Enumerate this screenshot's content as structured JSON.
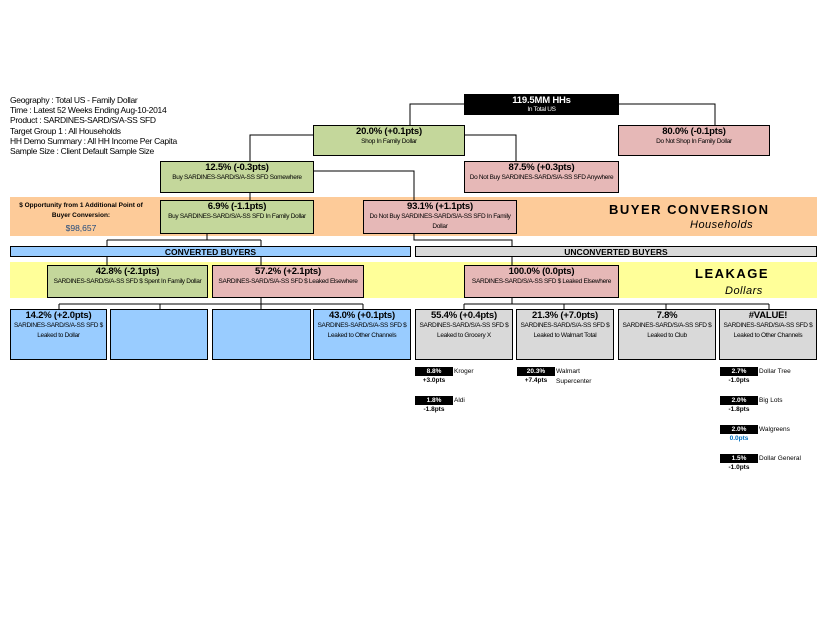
{
  "info": [
    "Geography : Total US - Family Dollar",
    "Time : Latest 52 Weeks Ending Aug-10-2014",
    "Product : SARDINES-SARD/S/A-SS SFD",
    "Target Group 1 : All Households",
    "HH Demo Summary : All HH Income Per Capita",
    "Sample Size : Client Default Sample Size"
  ],
  "root": {
    "value": "119.5MM HHs",
    "label": "In Total US"
  },
  "shop": {
    "value": "20.0% (+0.1pts)",
    "label": "Shop In Family Dollar"
  },
  "not_shop": {
    "value": "80.0% (-0.1pts)",
    "label": "Do Not Shop In Family Dollar"
  },
  "buy_somewhere": {
    "value": "12.5% (-0.3pts)",
    "label": "Buy SARDINES-SARD/S/A-SS SFD Somewhere"
  },
  "not_buy_anywhere": {
    "value": "87.5% (+0.3pts)",
    "label": "Do Not Buy SARDINES-SARD/S/A-SS SFD Anywhere"
  },
  "buy_in_fd": {
    "value": "6.9% (-1.1pts)",
    "label": "Buy SARDINES-SARD/S/A-SS SFD In Family Dollar"
  },
  "not_buy_in_fd": {
    "value": "93.1% (+1.1pts)",
    "label": "Do Not Buy SARDINES-SARD/S/A-SS SFD In Family Dollar"
  },
  "opportunity": {
    "label": "$ Opportunity from 1 Additional Point of Buyer Conversion:",
    "value": "$98,657"
  },
  "buyer_conversion": {
    "title": "BUYER CONVERSION",
    "subtitle": "Households"
  },
  "converted_label": "CONVERTED BUYERS",
  "unconverted_label": "UNCONVERTED BUYERS",
  "leakage": {
    "title": "LEAKAGE",
    "subtitle": "Dollars"
  },
  "spent_in_fd": {
    "value": "42.8% (-2.1pts)",
    "label": "SARDINES-SARD/S/A-SS SFD $ Spent In Family Dollar"
  },
  "leaked_conv": {
    "value": "57.2% (+2.1pts)",
    "label": "SARDINES-SARD/S/A-SS SFD $ Leaked Elsewhere"
  },
  "leaked_unconv": {
    "value": "100.0% (0.0pts)",
    "label": "SARDINES-SARD/S/A-SS SFD $ Leaked Elsewhere"
  },
  "conv_children": [
    {
      "value": "14.2% (+2.0pts)",
      "label": "SARDINES-SARD/S/A-SS SFD $ Leaked to Dollar"
    },
    {
      "value": "",
      "label": ""
    },
    {
      "value": "",
      "label": ""
    },
    {
      "value": "43.0% (+0.1pts)",
      "label": "SARDINES-SARD/S/A-SS SFD $ Leaked to Other Channels"
    }
  ],
  "unconv_children": [
    {
      "value": "55.4% (+0.4pts)",
      "label": "SARDINES-SARD/S/A-SS SFD $ Leaked to Grocery X"
    },
    {
      "value": "21.3% (+7.0pts)",
      "label": "SARDINES-SARD/S/A-SS SFD $ Leaked to Walmart Total"
    },
    {
      "value": "7.8%",
      "label": "SARDINES-SARD/S/A-SS SFD $ Leaked to Club"
    },
    {
      "value": "#VALUE!",
      "label": "SARDINES-SARD/S/A-SS SFD $ Leaked to Other Channels"
    }
  ],
  "retailers": {
    "grocery": [
      {
        "pct": "8.8%",
        "name": "Kroger",
        "change": "+3.0pts"
      },
      {
        "pct": "1.8%",
        "name": "Aldi",
        "change": "-1.8pts"
      }
    ],
    "walmart": [
      {
        "pct": "20.3%",
        "name": "Walmart Supercenter",
        "change": "+7.4pts"
      }
    ],
    "other": [
      {
        "pct": "2.7%",
        "name": "Dollar Tree",
        "change": "-1.0pts"
      },
      {
        "pct": "2.0%",
        "name": "Big Lots",
        "change": "-1.8pts"
      },
      {
        "pct": "2.0%",
        "name": "Walgreens",
        "change": "0.0pts"
      },
      {
        "pct": "1.5%",
        "name": "Dollar General",
        "change": "-1.0pts"
      }
    ]
  },
  "colors": {
    "green": "#c4d79b",
    "pink": "#e6b8b7",
    "blue": "#99ccff",
    "gray": "#d9d9d9",
    "orange": "#fdcb99",
    "yellow": "#ffff99",
    "neutral_change": "#0070c0"
  }
}
